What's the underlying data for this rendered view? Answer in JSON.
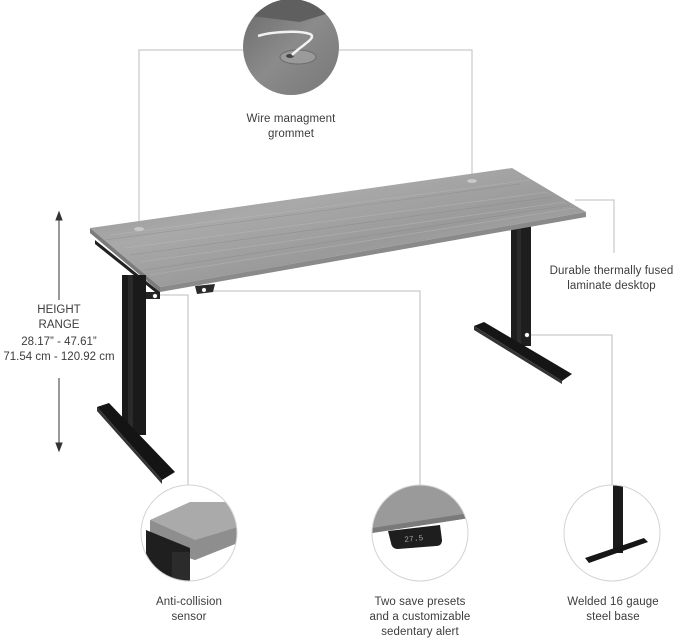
{
  "image": {
    "type": "product-feature-infographic",
    "subject": "electric height-adjustable standing desk",
    "colors": {
      "background": "#ffffff",
      "desktop_laminate": "#9d9d9d",
      "frame_steel": "#1c1c1c",
      "callout_line": "#b5b5b5",
      "text": "#3c3c3c"
    }
  },
  "height_range": {
    "title_line1": "HEIGHT",
    "title_line2": "RANGE",
    "imperial": "28.17” - 47.61”",
    "metric": "71.54 cm - 120.92 cm"
  },
  "callouts": [
    {
      "id": "grommet",
      "line1": "Wire managment",
      "line2": "grommet",
      "icon": "wire-grommet-icon"
    },
    {
      "id": "laminate",
      "line1": "Durable thermally fused",
      "line2": "laminate desktop"
    },
    {
      "id": "anti-collision",
      "line1": "Anti-collision",
      "line2": "sensor",
      "icon": "anti-collision-sensor-icon"
    },
    {
      "id": "presets",
      "line1": "Two save presets",
      "line2": "and a customizable",
      "line3": "sedentary alert",
      "icon": "control-panel-icon",
      "display_value": "27.5"
    },
    {
      "id": "steel-base",
      "line1": "Welded 16 gauge",
      "line2": "steel base",
      "icon": "steel-leg-icon"
    }
  ]
}
